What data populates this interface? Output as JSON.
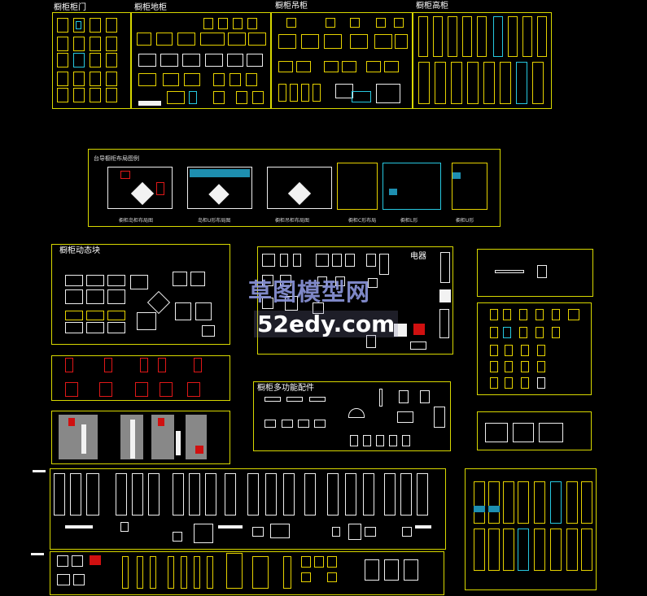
{
  "titles": {
    "cabinet_door": "橱柜柜门",
    "base_cabinet": "橱柜地柜",
    "wall_cabinet": "橱柜吊柜",
    "tall_cabinet": "橱柜高柜",
    "layout_examples": "台导橱柜布局图例",
    "dynamic_blocks": "橱柜动态块",
    "appliances": "电器",
    "multifunction": "橱柜多功能配件"
  },
  "layout_captions": [
    "橱柜岛柜布局图",
    "岛柜U形布局图",
    "橱柜吊柜布局图",
    "橱柜C形布局",
    "橱柜L形",
    "橱柜U形"
  ],
  "watermark": {
    "line1": "草图模型网",
    "line2": "52edy.com"
  },
  "colors": {
    "frame": "#d8d800",
    "cabinet": "#e6d200",
    "accent_cyan": "#27c8e0",
    "accent_red": "#e01818",
    "background": "#000000"
  }
}
